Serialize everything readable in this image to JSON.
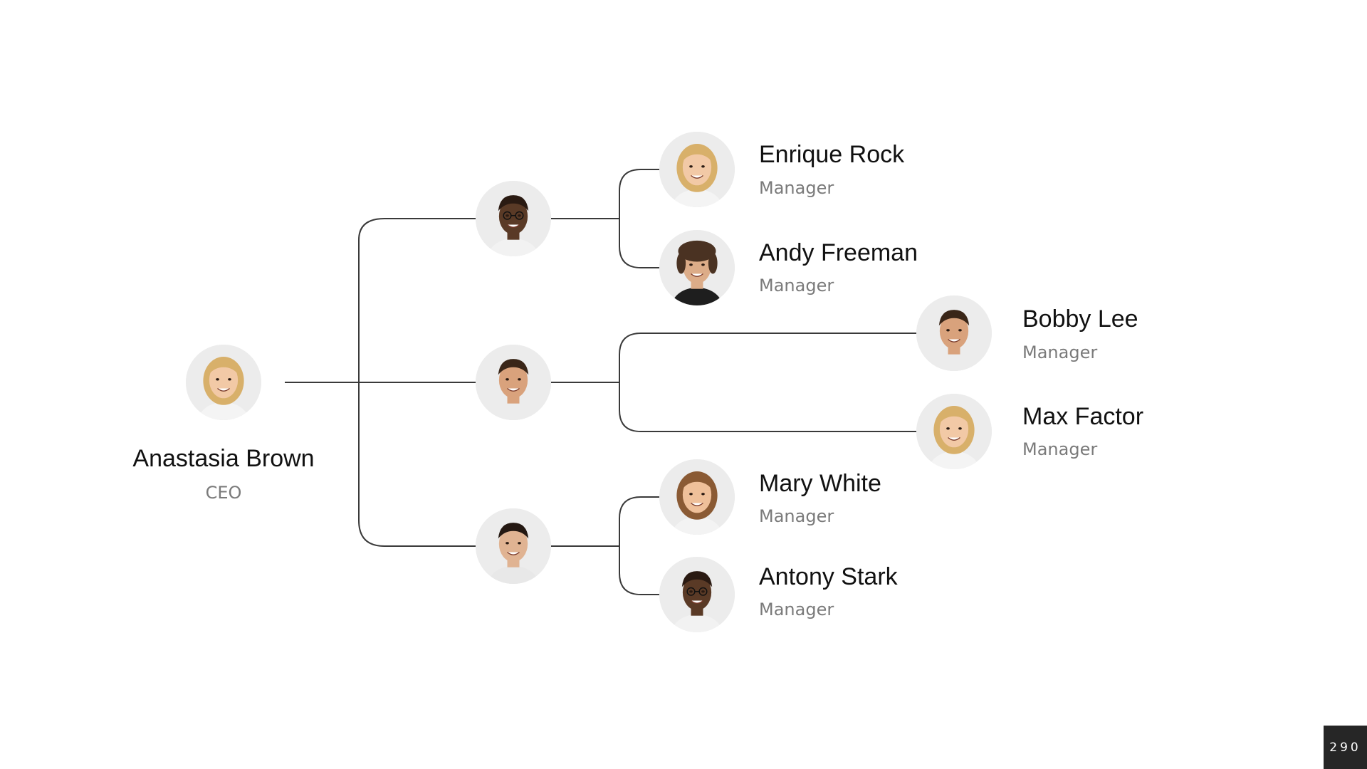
{
  "ceo": {
    "name": "Anastasia Brown",
    "role": "CEO",
    "avatar": "woman-blonde-avatar"
  },
  "managers": [
    {
      "avatar": "man-glasses-dark-avatar"
    },
    {
      "avatar": "man-smiling-avatar"
    },
    {
      "avatar": "man-dark-hair-avatar"
    }
  ],
  "reports": [
    {
      "name": "Enrique Rock",
      "role": "Manager",
      "avatar": "woman-blonde-avatar"
    },
    {
      "name": "Andy Freeman",
      "role": "Manager",
      "avatar": "man-curly-hair-avatar"
    },
    {
      "name": "Bobby Lee",
      "role": "Manager",
      "avatar": "man-smiling-avatar"
    },
    {
      "name": "Max Factor",
      "role": "Manager",
      "avatar": "woman-blonde-avatar"
    },
    {
      "name": "Mary White",
      "role": "Manager",
      "avatar": "woman-brown-hair-avatar"
    },
    {
      "name": "Antony Stark",
      "role": "Manager",
      "avatar": "man-glasses-dark-avatar"
    }
  ],
  "page_number": "290",
  "colors": {
    "connector": "#3a3a3a",
    "name": "#111111",
    "role": "#7a7a7a",
    "badge": "#262626"
  }
}
